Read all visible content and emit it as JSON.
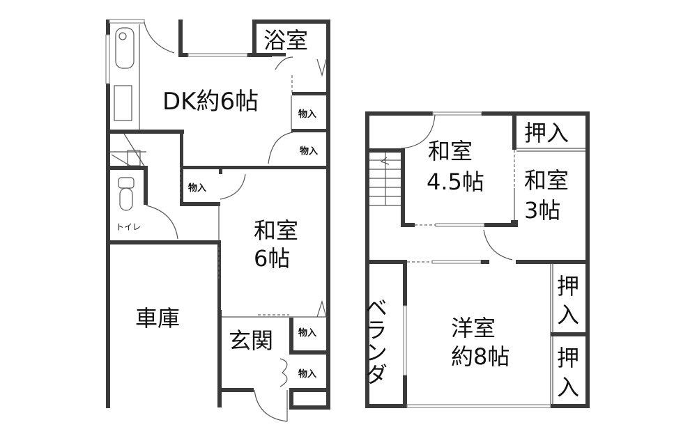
{
  "floor_plan": {
    "floor1": {
      "rooms": [
        {
          "id": "dk",
          "label": "DK約6帖"
        },
        {
          "id": "bath",
          "label": "浴室"
        },
        {
          "id": "storage1",
          "label": "物入"
        },
        {
          "id": "storage2",
          "label": "物入"
        },
        {
          "id": "storage3",
          "label": "物入"
        },
        {
          "id": "washitsu6_l1",
          "label": "和室"
        },
        {
          "id": "washitsu6_l2",
          "label": "6帖"
        },
        {
          "id": "toilet",
          "label": "トイレ"
        },
        {
          "id": "garage",
          "label": "車庫"
        },
        {
          "id": "entrance",
          "label": "玄関"
        },
        {
          "id": "storage4",
          "label": "物入"
        },
        {
          "id": "storage5",
          "label": "物入"
        }
      ]
    },
    "floor2": {
      "rooms": [
        {
          "id": "washitsu45_l1",
          "label": "和室"
        },
        {
          "id": "washitsu45_l2",
          "label": "4.5帖"
        },
        {
          "id": "oshiire1",
          "label": "押入"
        },
        {
          "id": "washitsu3_l1",
          "label": "和室"
        },
        {
          "id": "washitsu3_l2",
          "label": "3帖"
        },
        {
          "id": "veranda",
          "label": "ベランダ"
        },
        {
          "id": "youshitsu_l1",
          "label": "洋室"
        },
        {
          "id": "youshitsu_l2",
          "label": "約8帖"
        },
        {
          "id": "oshiire2_a",
          "label": "押"
        },
        {
          "id": "oshiire2_b",
          "label": "入"
        },
        {
          "id": "oshiire3_a",
          "label": "押"
        },
        {
          "id": "oshiire3_b",
          "label": "入"
        }
      ]
    }
  }
}
